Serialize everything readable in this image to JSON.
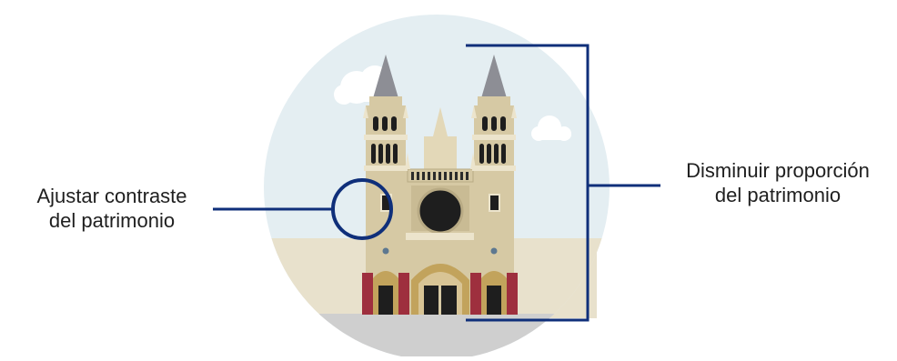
{
  "annotations": {
    "left": {
      "line1": "Ajustar contraste",
      "line2": "del patrimonio"
    },
    "right": {
      "line1": "Disminuir proporción",
      "line2": "del patrimonio"
    }
  },
  "colors": {
    "annotation_line": "#0f2f7a",
    "sky": "#e4eef2",
    "ground": "#e8e1cc",
    "stone": "#d6c9a4",
    "stone_dark": "#b8aa84",
    "spire": "#8d8e95",
    "window": "#1e1e1e",
    "door_red": "#9e2f3e"
  },
  "icons": [
    "cathedral-illustration",
    "cloud-icon",
    "highlight-circle",
    "bracket"
  ]
}
